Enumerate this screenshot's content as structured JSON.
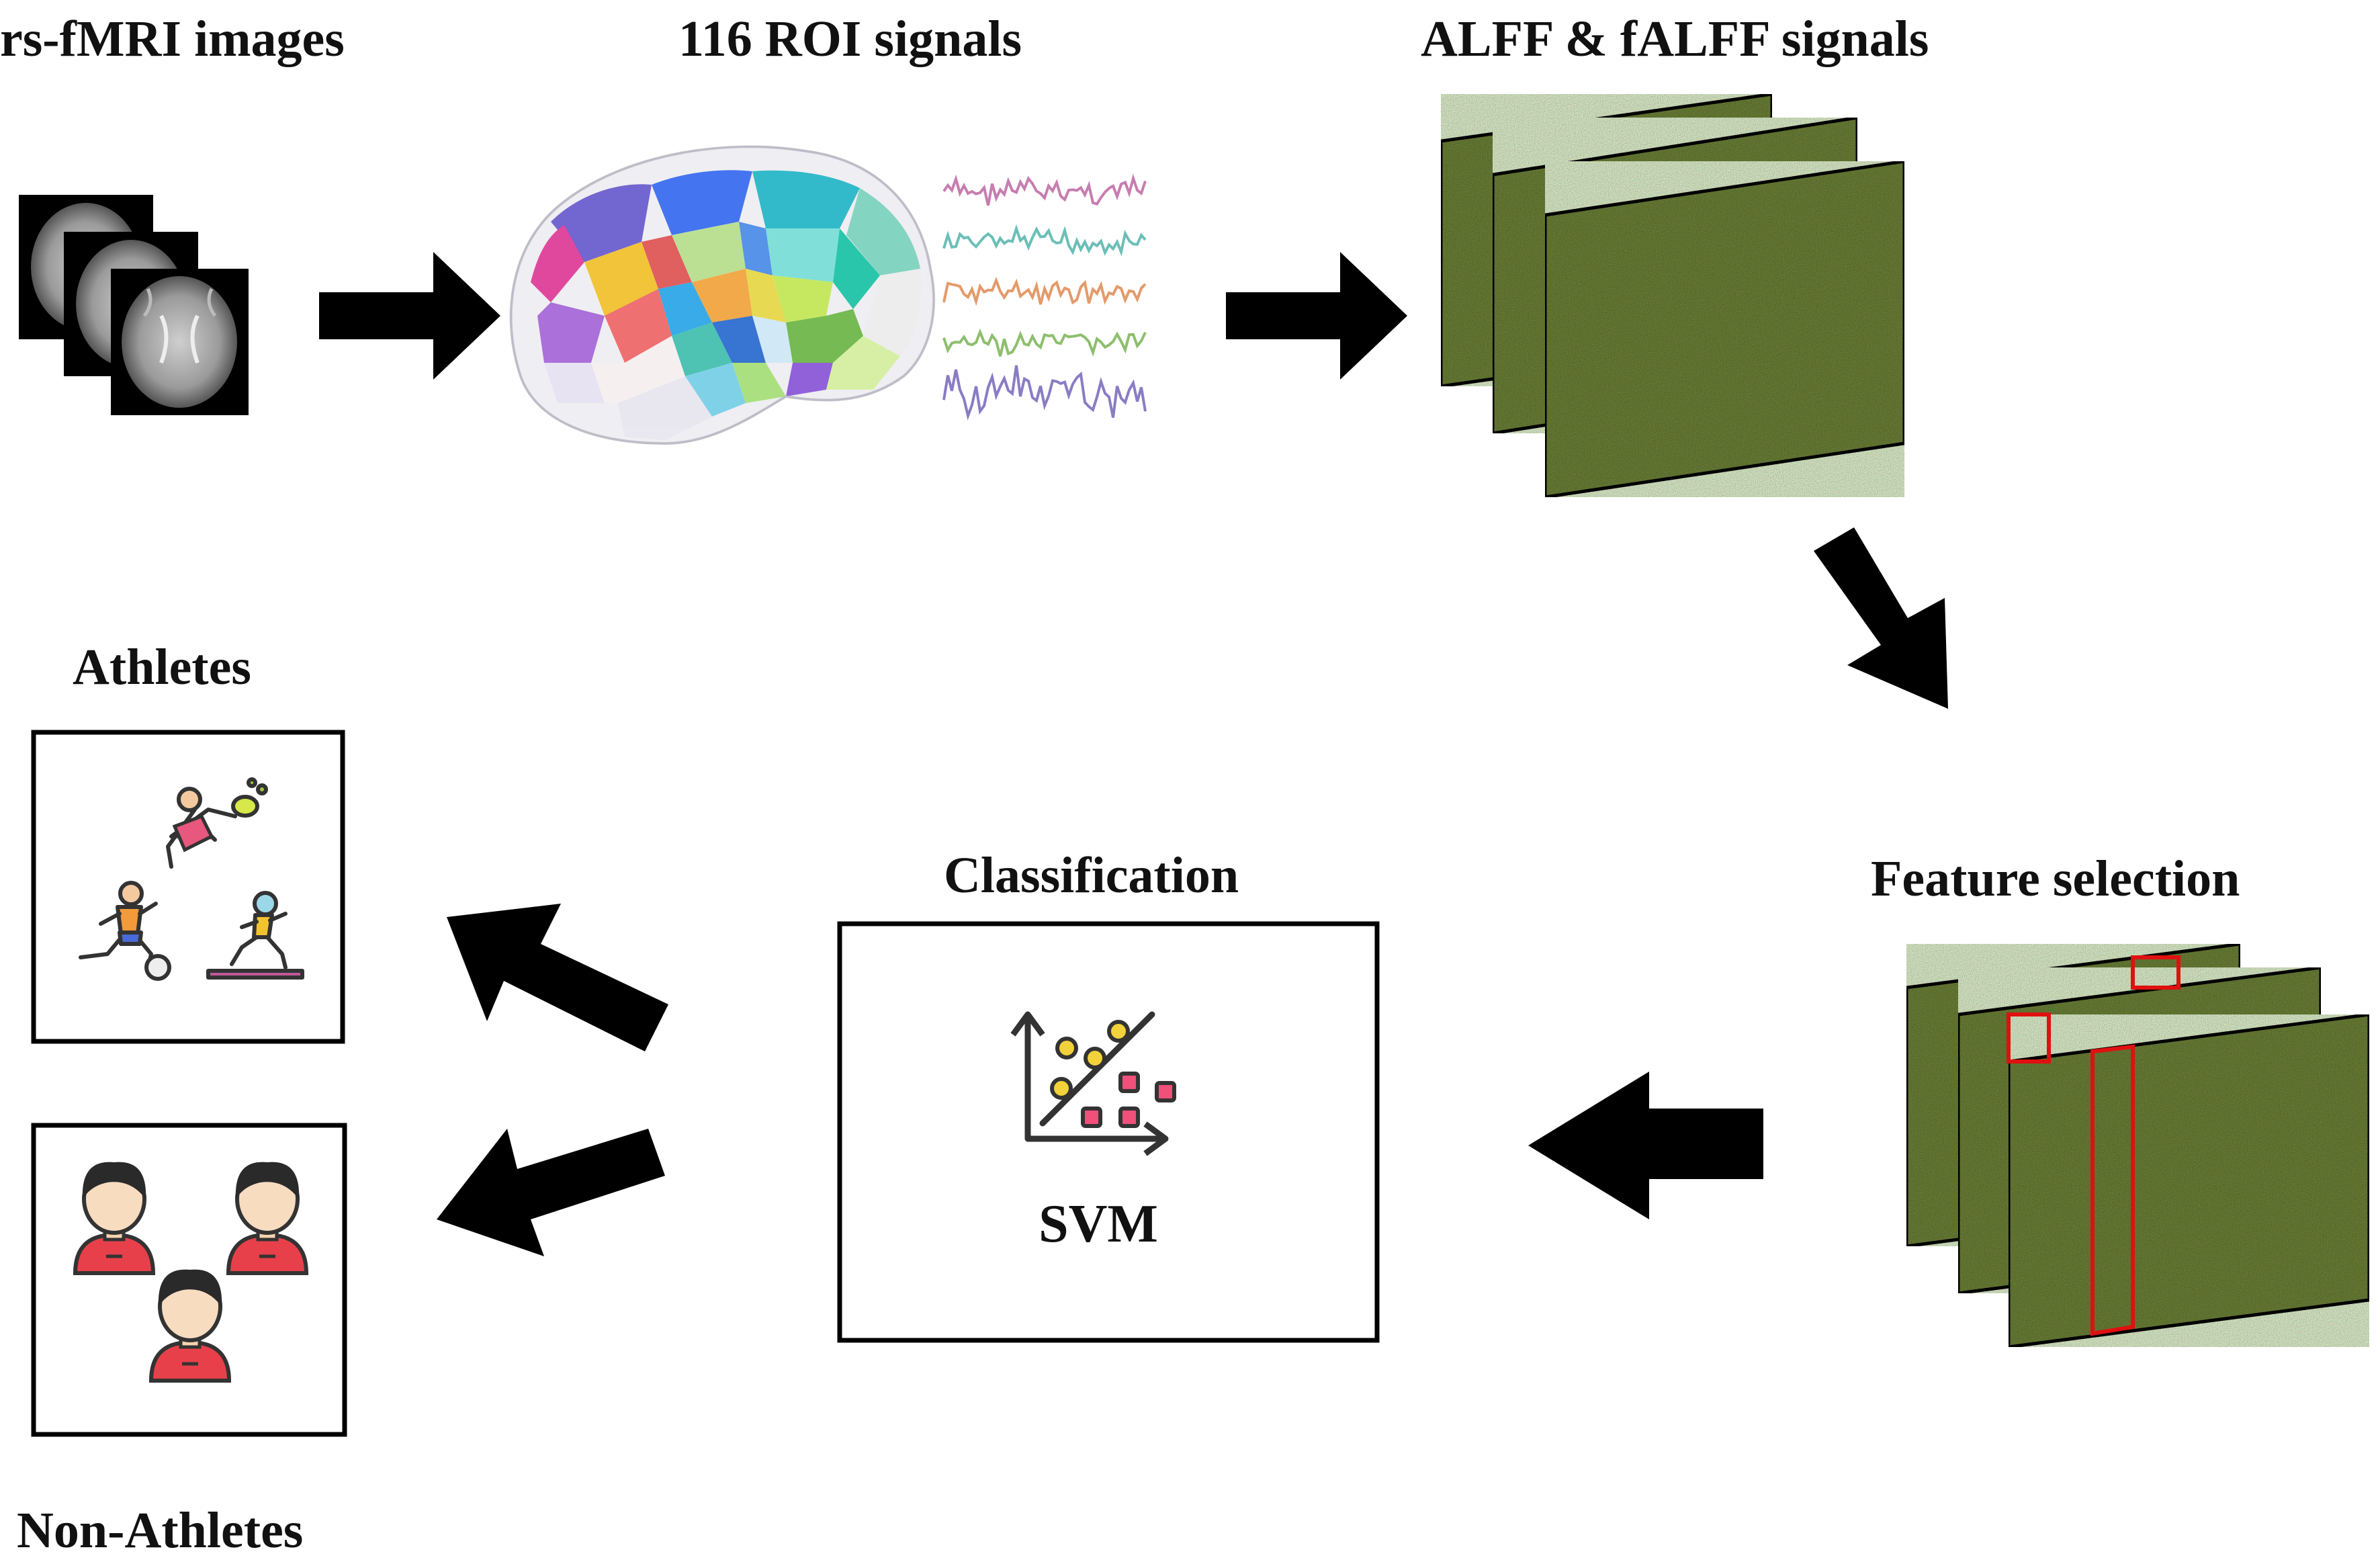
{
  "labels": {
    "rsfmri": "rs-fMRI images",
    "roi": "116 ROI signals",
    "alff": "ALFF & fALFF signals",
    "feature": "Feature selection",
    "classification": "Classification",
    "svm": "SVM",
    "athletes": "Athletes",
    "non_athletes": "Non-Athletes"
  },
  "colors": {
    "arrow": "#000000",
    "matrix": "#7d8a48",
    "selection": "#e01010",
    "trace_colors": [
      "#c77db0",
      "#6bbfb7",
      "#e49a6a",
      "#8dbf6e",
      "#8a7cc4"
    ]
  },
  "icons": {
    "mri": "mri-slice-icon",
    "brain": "brain-parcellation-icon",
    "svm": "svm-scatter-icon",
    "athletes": "athletes-icon",
    "person": "person-icon"
  }
}
